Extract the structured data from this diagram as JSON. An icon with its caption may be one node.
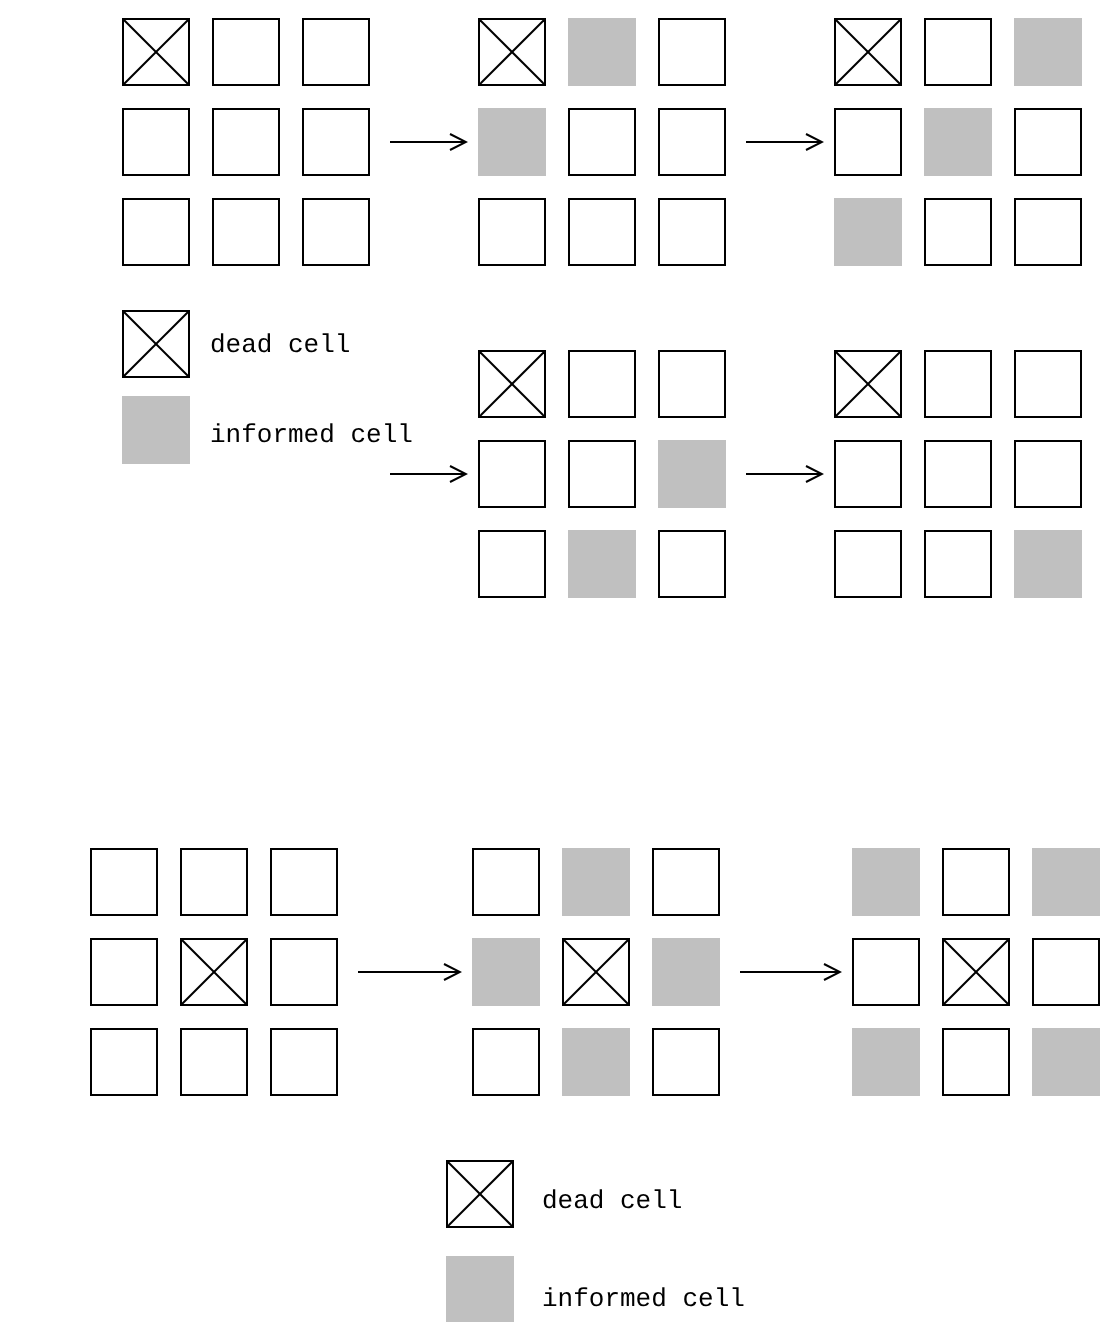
{
  "diagram": {
    "nodes": [
      {
        "text": [],
        "shape": "grid"
      },
      {
        "text": [],
        "shape": "box",
        "in": 0
      },
      {
        "text": [],
        "shape": "box",
        "in": 0
      },
      {
        "text": [],
        "shape": "box",
        "in": 0
      },
      {
        "text": [],
        "shape": "box",
        "in": 0
      },
      {
        "text": [],
        "shape": "box",
        "in": 0
      },
      {
        "text": [],
        "shape": "box",
        "in": 0
      },
      {
        "text": [],
        "shape": "box",
        "in": 0
      },
      {
        "text": [],
        "shape": "box",
        "in": 0
      },
      {
        "text": [],
        "shape": "box",
        "in": 0
      },
      {
        "text": [],
        "shape": "grid"
      },
      {
        "text": [],
        "shape": "box",
        "in": 10
      },
      {
        "text": [],
        "shape": "box",
        "in": 10
      },
      {
        "text": [],
        "shape": "box",
        "in": 10
      },
      {
        "text": [],
        "shape": "box",
        "in": 10
      },
      {
        "text": [],
        "shape": "box",
        "in": 10
      },
      {
        "text": [],
        "shape": "box",
        "in": 10
      },
      {
        "text": [],
        "shape": "box",
        "in": 10
      },
      {
        "text": [],
        "shape": "box",
        "in": 10
      },
      {
        "text": [],
        "shape": "box",
        "in": 10
      },
      {
        "text": [],
        "shape": "grid"
      },
      {
        "text": [],
        "shape": "box",
        "in": 20
      },
      {
        "text": [],
        "shape": "box",
        "in": 20
      },
      {
        "text": [],
        "shape": "box",
        "in": 20
      },
      {
        "text": [],
        "shape": "box",
        "in": 20
      },
      {
        "text": [],
        "shape": "box",
        "in": 20
      },
      {
        "text": [],
        "shape": "box",
        "in": 20
      },
      {
        "text": [],
        "shape": "box",
        "in": 20
      },
      {
        "text": [],
        "shape": "box",
        "in": 20
      },
      {
        "text": [],
        "shape": "box",
        "in": 20
      },
      {
        "text": [],
        "shape": "grid"
      },
      {
        "text": [],
        "shape": "box",
        "in": 30
      },
      {
        "text": [],
        "shape": "box",
        "in": 30
      },
      {
        "text": [],
        "shape": "box",
        "in": 30
      },
      {
        "text": [],
        "shape": "box",
        "in": 30
      },
      {
        "text": [],
        "shape": "box",
        "in": 30
      },
      {
        "text": [],
        "shape": "box",
        "in": 30
      },
      {
        "text": [],
        "shape": "box",
        "in": 30
      },
      {
        "text": [],
        "shape": "box",
        "in": 30
      },
      {
        "text": [],
        "shape": "box",
        "in": 30
      },
      {
        "text": [],
        "shape": "grid"
      },
      {
        "text": [],
        "shape": "box",
        "in": 40
      },
      {
        "text": [],
        "shape": "box",
        "in": 40
      },
      {
        "text": [],
        "shape": "box",
        "in": 40
      },
      {
        "text": [],
        "shape": "box",
        "in": 40
      },
      {
        "text": [],
        "shape": "box",
        "in": 40
      },
      {
        "text": [],
        "shape": "box",
        "in": 40
      },
      {
        "text": [],
        "shape": "box",
        "in": 40
      },
      {
        "text": [],
        "shape": "box",
        "in": 40
      },
      {
        "text": [],
        "shape": "box",
        "in": 40
      },
      {
        "text": [],
        "shape": "grid"
      },
      {
        "text": [],
        "shape": "box",
        "in": 50
      },
      {
        "text": [],
        "shape": "box",
        "in": 50
      },
      {
        "text": [],
        "shape": "box",
        "in": 50
      },
      {
        "text": [],
        "shape": "box",
        "in": 50
      },
      {
        "text": [],
        "shape": "box",
        "in": 50
      },
      {
        "text": [],
        "shape": "box",
        "in": 50
      },
      {
        "text": [],
        "shape": "box",
        "in": 50
      },
      {
        "text": [],
        "shape": "box",
        "in": 50
      },
      {
        "text": [],
        "shape": "box",
        "in": 50
      },
      {
        "text": [],
        "shape": "grid"
      },
      {
        "text": [],
        "shape": "box",
        "in": 60
      },
      {
        "text": [],
        "shape": "box",
        "in": 60
      },
      {
        "text": [],
        "shape": "box",
        "in": 60
      },
      {
        "text": [],
        "shape": "box",
        "in": 60
      },
      {
        "text": [],
        "shape": "box",
        "in": 60
      },
      {
        "text": [],
        "shape": "box",
        "in": 60
      },
      {
        "text": [],
        "shape": "box",
        "in": 60
      },
      {
        "text": [],
        "shape": "box",
        "in": 60
      },
      {
        "text": [],
        "shape": "box",
        "in": 60
      },
      {
        "text": [],
        "shape": "grid"
      },
      {
        "text": [],
        "shape": "box",
        "in": 70
      },
      {
        "text": [],
        "shape": "box",
        "in": 70
      },
      {
        "text": [],
        "shape": "box",
        "in": 70
      },
      {
        "text": [],
        "shape": "box",
        "in": 70
      },
      {
        "text": [],
        "shape": "box",
        "in": 70
      },
      {
        "text": [],
        "shape": "box",
        "in": 70
      },
      {
        "text": [],
        "shape": "box",
        "in": 70
      },
      {
        "text": [],
        "shape": "box",
        "in": 70
      },
      {
        "text": [],
        "shape": "box",
        "in": 70
      }
    ],
    "edges": [
      {
        "from": 0,
        "to": 10,
        "arrow": "to"
      },
      {
        "from": 10,
        "to": 20,
        "arrow": "to"
      },
      {
        "from": null,
        "to": 30,
        "arrow": "to"
      },
      {
        "from": 30,
        "to": 40,
        "arrow": "to"
      },
      {
        "from": 50,
        "to": 60,
        "arrow": "to"
      },
      {
        "from": 60,
        "to": 70,
        "arrow": "to"
      }
    ],
    "legend": [
      {
        "text": "dead cell"
      },
      {
        "text": "informed cell",
        "color": "#c0c0c0"
      },
      {
        "text": "dead cell"
      },
      {
        "text": "informed cell",
        "color": "#c0c0c0"
      }
    ]
  }
}
